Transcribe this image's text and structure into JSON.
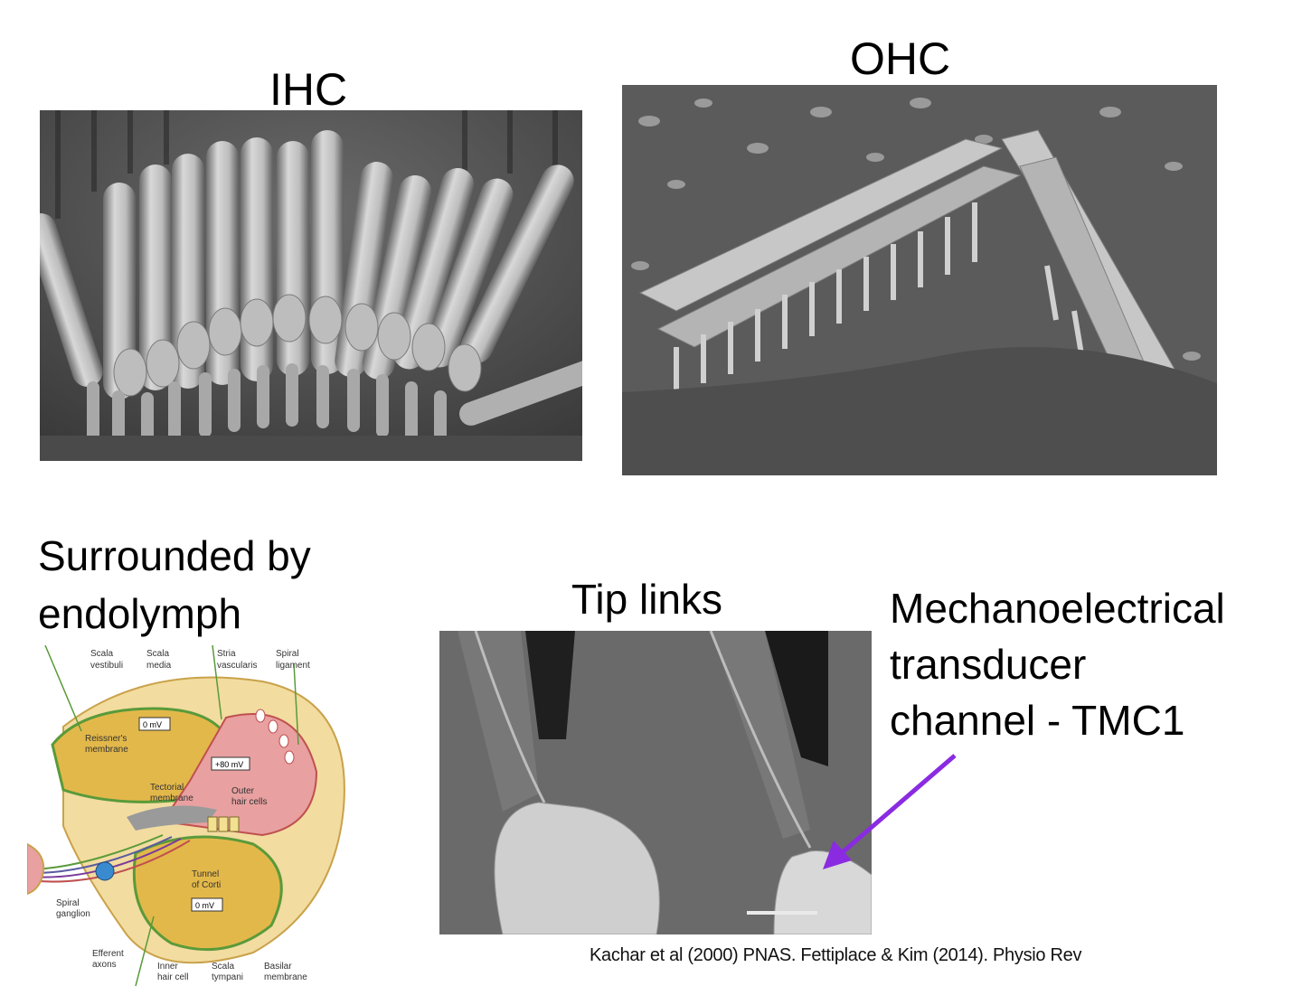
{
  "labels": {
    "ihc": "IHC",
    "ohc": "OHC",
    "surrounded_line1": "Surrounded by",
    "surrounded_line2": "endolymph",
    "tip_links": "Tip links",
    "met_line1": "Mechanoelectrical",
    "met_line2": "transducer",
    "met_line3": "channel - TMC1",
    "citation": "Kachar et al (2000) PNAS. Fettiplace & Kim (2014). Physio Rev"
  },
  "cochlea_diagram": {
    "scala_vestibuli": [
      "Scala",
      "vestibuli"
    ],
    "scala_media": [
      "Scala",
      "media"
    ],
    "stria_vascularis": [
      "Stria",
      "vascularis"
    ],
    "spiral_ligament": [
      "Spiral",
      "ligament"
    ],
    "reissners_membrane": [
      "Reissner's",
      "membrane"
    ],
    "tectorial_membrane": [
      "Tectorial",
      "membrane"
    ],
    "outer_hair_cells": [
      "Outer",
      "hair cells"
    ],
    "tunnel_of_corti": [
      "Tunnel",
      "of Corti"
    ],
    "spiral_ganglion": [
      "Spiral",
      "ganglion"
    ],
    "efferent_axons": [
      "Efferent",
      "axons"
    ],
    "inner_hair_cell": [
      "Inner",
      "hair cell"
    ],
    "scala_tympani": [
      "Scala",
      "tympani"
    ],
    "basilar_membrane": [
      "Basilar",
      "membrane"
    ],
    "potential_vestibuli": "0 mV",
    "potential_media": "+80 mV",
    "potential_tympani": "0 mV"
  },
  "colors": {
    "arrow": "#8a2be2",
    "endolymph": "#e8a0a0",
    "perilymph": "#e3b84a",
    "membrane_green": "#5a9a3a"
  }
}
